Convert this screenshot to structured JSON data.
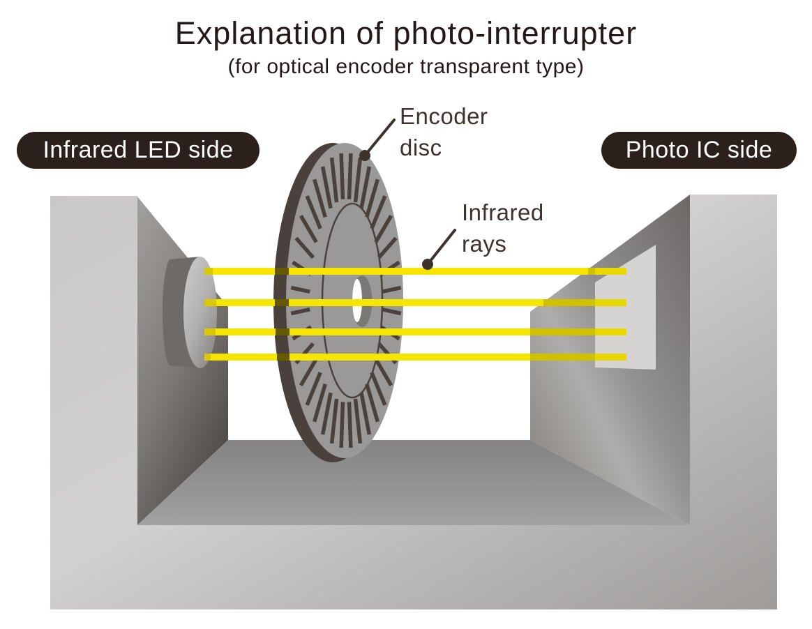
{
  "title": "Explanation of photo-interrupter",
  "subtitle": "(for optical encoder transparent type)",
  "badges": {
    "left": "Infrared LED side",
    "right": "Photo IC side"
  },
  "annotations": {
    "encoder_disc": {
      "line1": "Encoder",
      "line2": "disc"
    },
    "infrared_rays": {
      "line1": "Infrared",
      "line2": "rays"
    }
  },
  "colors": {
    "ink": "#231815",
    "badge_bg": "#2b201c",
    "badge_text": "#ffffff",
    "annotation_ink": "#3d322c",
    "pointer_ink": "#3d322c",
    "ray_yellow": "#f5e500",
    "ray_over_window": "#e9d800",
    "ray_in_shadow": "#cfc000",
    "ray_over_rim": "#665a00",
    "ray_over_lens": "#d9c900",
    "disc_face": "#9b9997",
    "disc_dark": "#4a413d",
    "hub_bore": "#7b7775",
    "hub_hole": "#ffffff",
    "window_gray": "#d5d4d3",
    "lens_body": "#6e6a67"
  }
}
